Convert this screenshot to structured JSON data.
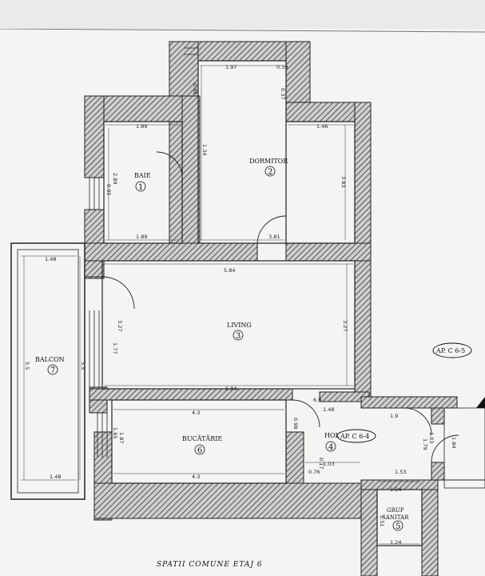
{
  "rooms": {
    "baie": {
      "name": "BAIE",
      "num": "1"
    },
    "dormitor": {
      "name": "DORMITOR",
      "num": "2"
    },
    "living": {
      "name": "LIVING",
      "num": "3"
    },
    "hol": {
      "name": "HOL",
      "num": "4"
    },
    "grup_sanitar": {
      "name": "GRUP SANITAR",
      "num": "5"
    },
    "bucatarie": {
      "name": "BUCĂTĂRIE",
      "num": "6"
    },
    "balcon": {
      "name": "BALCON",
      "num": "7"
    }
  },
  "apartments": {
    "current": "AP. C 6-4",
    "neighbor": "AP. C 6-5"
  },
  "dimensions": {
    "d197": "1.97",
    "d086": "0.86",
    "d039": "0.39",
    "d037": "0.37",
    "d146": "1.46",
    "d189a": "1.89",
    "d189b": "1.89",
    "d134": "1.34",
    "d383": "3.83",
    "d381": "3.81",
    "d289": "2.89",
    "d095": "0.95",
    "d584a": "5.84",
    "d584b": "5.84",
    "d327a": "3.27",
    "d327b": "3.27",
    "d177": "1.77",
    "d55a": "5.5",
    "d55b": "5.5",
    "d148a": "1.48",
    "d148b": "1.48",
    "d43a": "4.3",
    "d43b": "4.3",
    "d69": "6.9",
    "d19": "1.9",
    "d148c": "1.48",
    "d103a": "1.03",
    "d153": "1.53",
    "d124a": "1.24",
    "d124b": "1.24",
    "d187": "1.87",
    "d185": "1.85",
    "d179": "1.79",
    "d103b": "1.03",
    "d184": "1.84",
    "d151": "1.51",
    "d098": "0.98",
    "d076": "0.76",
    "d017": "0.17"
  },
  "footer": "SPATII COMUNE ETAJ 6"
}
